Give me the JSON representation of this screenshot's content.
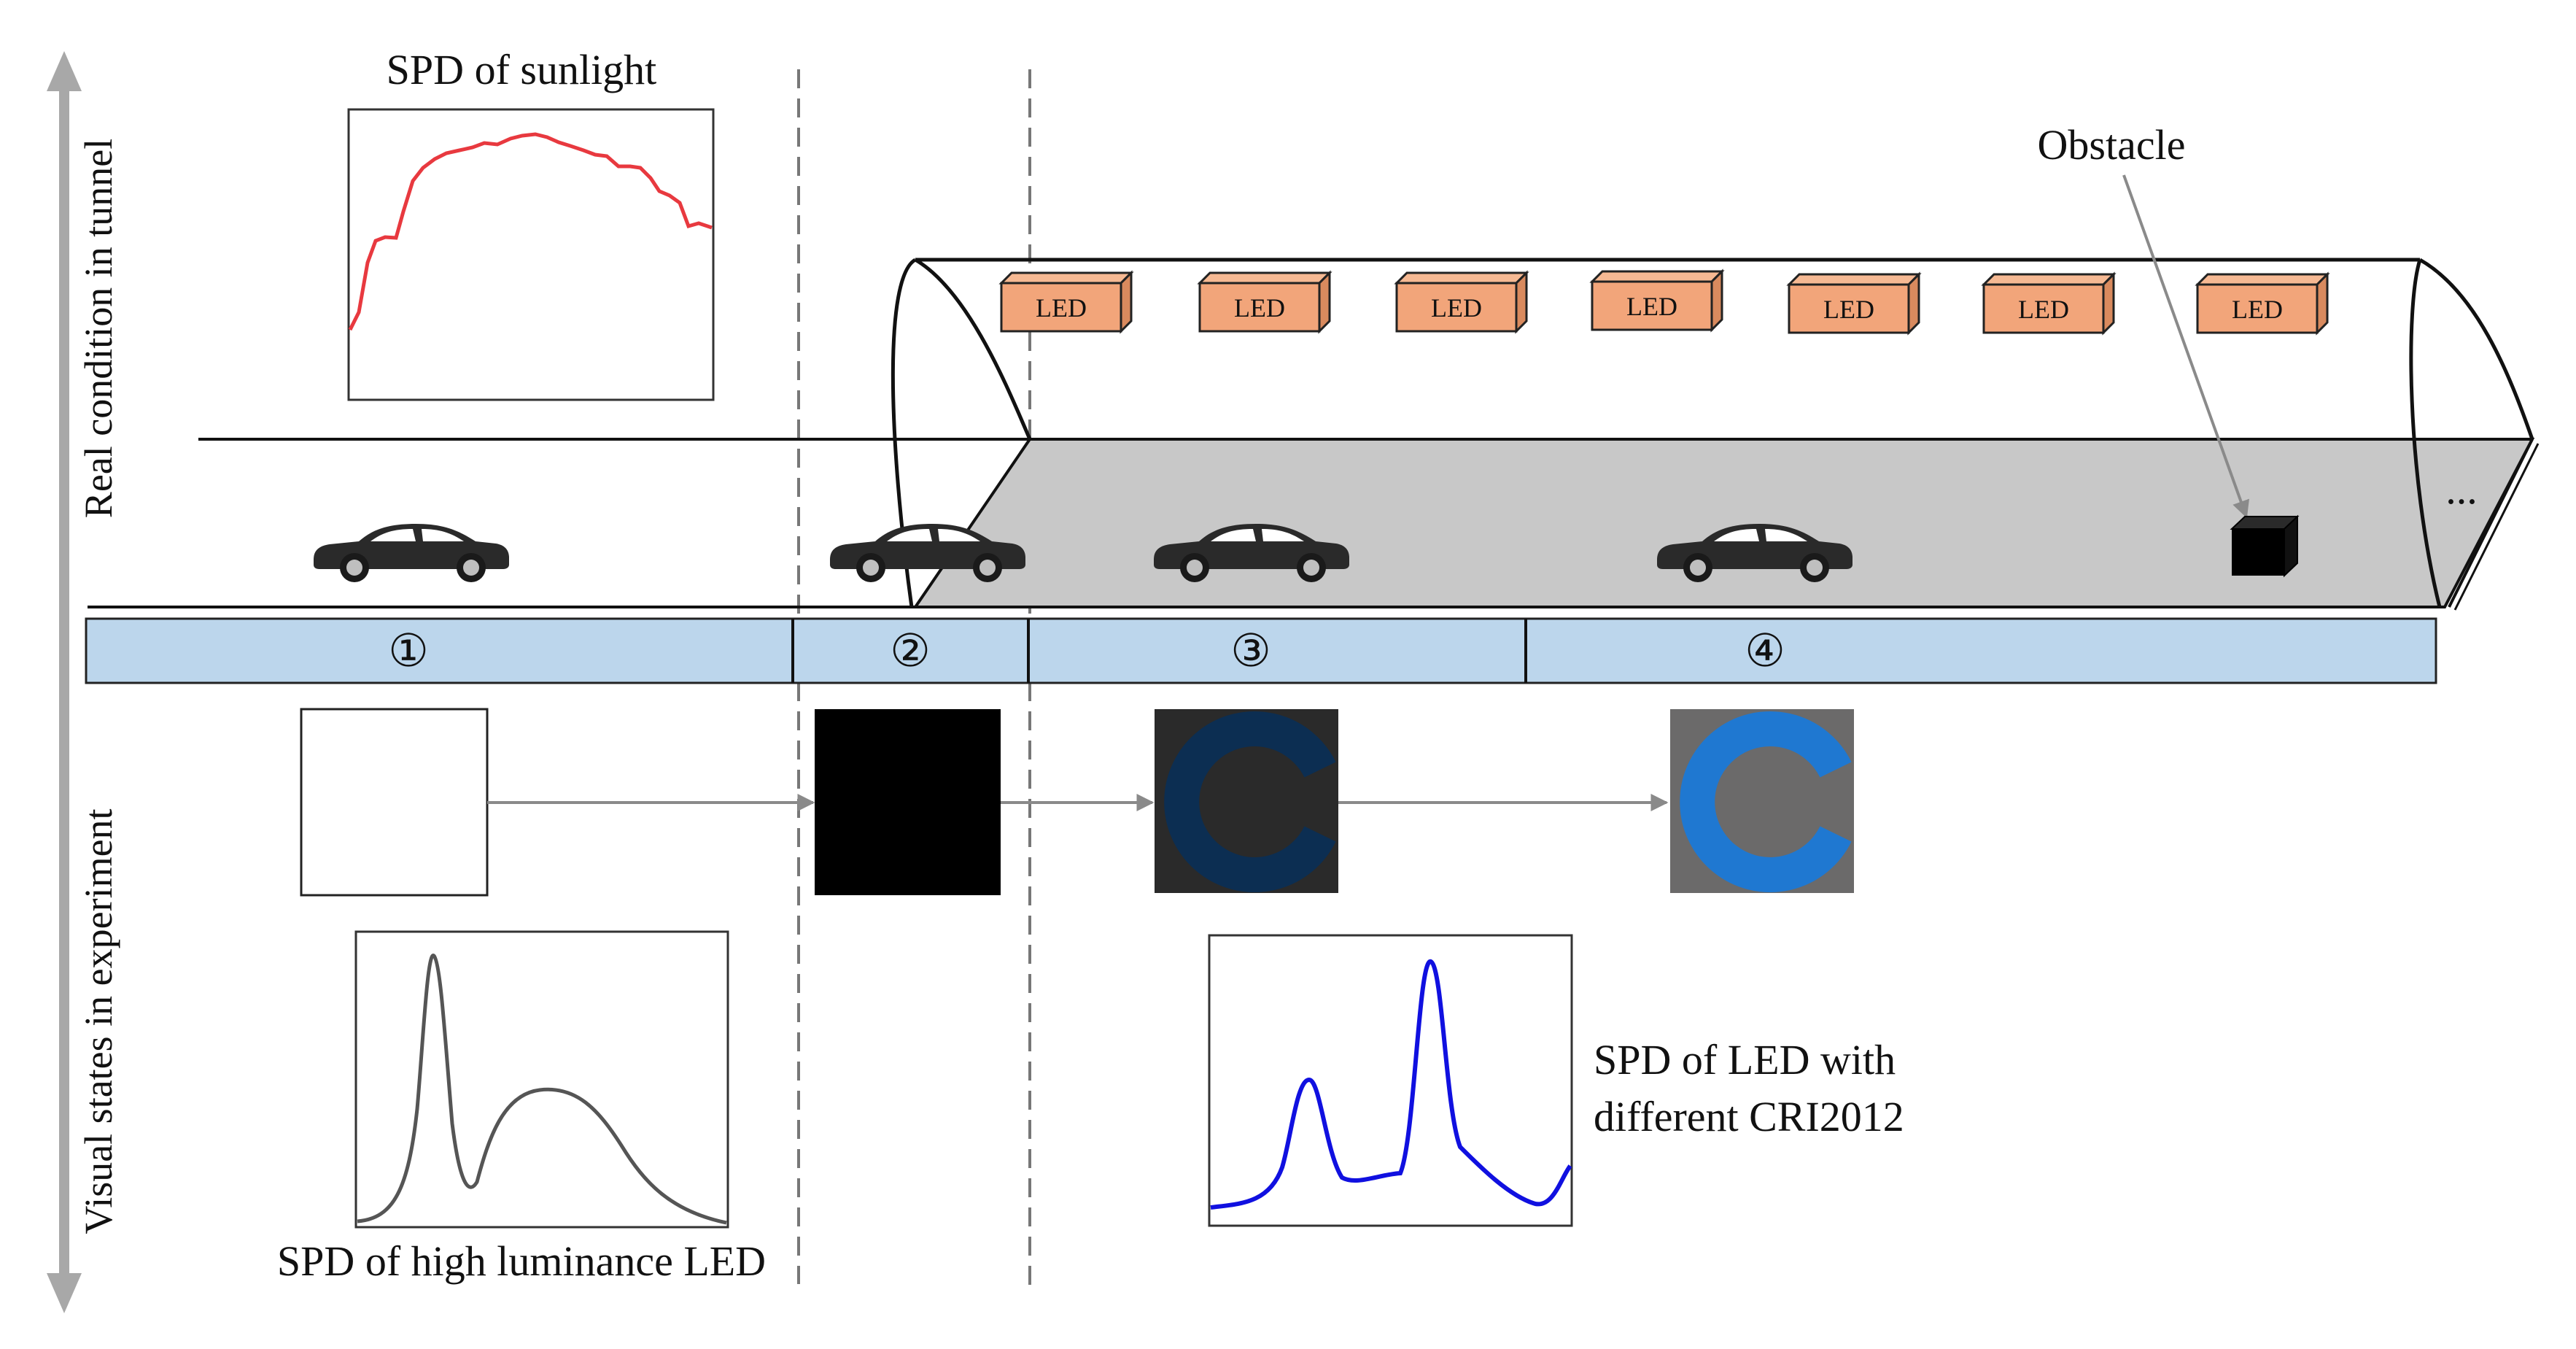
{
  "axis": {
    "top_label": "Real condition in tunnel",
    "bottom_label": "Visual states in experiment"
  },
  "spd": {
    "sunlight": "SPD of sunlight",
    "high_led": "SPD of high luminance LED",
    "led_cri_line1": "SPD of LED with",
    "led_cri_line2": "different CRI2012"
  },
  "obstacle_label": "Obstacle",
  "ellipsis": "...",
  "led_label": "LED",
  "stages": [
    "①",
    "②",
    "③",
    "④"
  ],
  "colors": {
    "sunlight_curve": "#e8393f",
    "high_led_curve": "#555555",
    "cri_led_curve": "#1010e0",
    "led_box": "#f2a57a",
    "stage_bar": "#bcd6ec",
    "tunnel_road": "#c8c8c8",
    "landolt_c": "#1f78d1"
  },
  "icons": [
    "car-icon",
    "landolt-c-icon",
    "obstacle-cube-icon",
    "led-lamp-icon"
  ]
}
